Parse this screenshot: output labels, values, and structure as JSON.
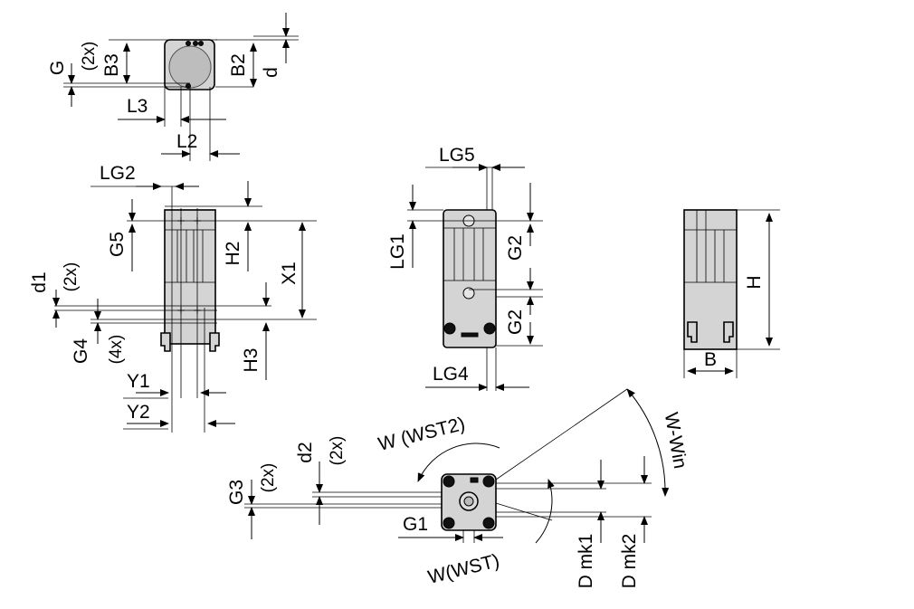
{
  "labels": {
    "G": "G",
    "twox_top": "(2x)",
    "B3": "B3",
    "B2": "B2",
    "d": "d",
    "L3": "L3",
    "L2": "L2",
    "LG2": "LG2",
    "G5": "G5",
    "H2": "H2",
    "X1": "X1",
    "d1": "d1",
    "twox_d1": "(2x)",
    "G4": "G4",
    "fourx": "(4x)",
    "H3": "H3",
    "Y1": "Y1",
    "Y2": "Y2",
    "LG5": "LG5",
    "LG1": "LG1",
    "G2a": "G2",
    "G2b": "G2",
    "LG4": "LG4",
    "H": "H",
    "B": "B",
    "W_WST2": "W (WST2)",
    "W_WST": "W(WST)",
    "W_Win": "W-Win",
    "G3": "G3",
    "twox_G3": "(2x)",
    "d2": "d2",
    "twox_d2": "(2x)",
    "G1": "G1",
    "D_mk1": "D mk1",
    "D_mk2": "D mk2"
  }
}
